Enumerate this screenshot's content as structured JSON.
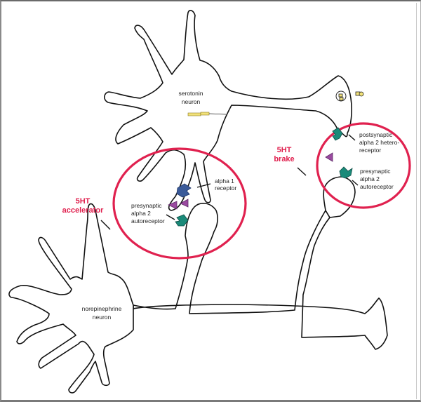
{
  "diagram": {
    "neurons": [
      {
        "id": "serotonin",
        "label_line1": "serotonin",
        "label_line2": "neuron"
      },
      {
        "id": "norepinephrine",
        "label_line1": "norepinephrine",
        "label_line2": "neuron"
      }
    ],
    "regions": {
      "accelerator": {
        "title_line1": "5HT",
        "title_line2": "accelerator",
        "color": "#e0214f"
      },
      "brake": {
        "title_line1": "5HT",
        "title_line2": "brake",
        "color": "#e0214f"
      }
    },
    "labels": {
      "alpha1_line1": "alpha 1",
      "alpha1_line2": "receptor",
      "pre_acc_line1": "presynaptic",
      "pre_acc_line2": "alpha 2",
      "pre_acc_line3": "autoreceptor",
      "post_brake_line1": "postsynaptic",
      "post_brake_line2": "alpha 2 hetero-",
      "post_brake_line3": "receptor",
      "pre_brake_line1": "presynaptic",
      "pre_brake_line2": "alpha 2",
      "pre_brake_line3": "autoreceptor"
    },
    "colors": {
      "circle": "#e0214f",
      "norepinephrine_triangle": "#9a4aa0",
      "alpha2_receptor": "#1a8a79",
      "alpha1_receptor": "#3a5a99"
    }
  }
}
